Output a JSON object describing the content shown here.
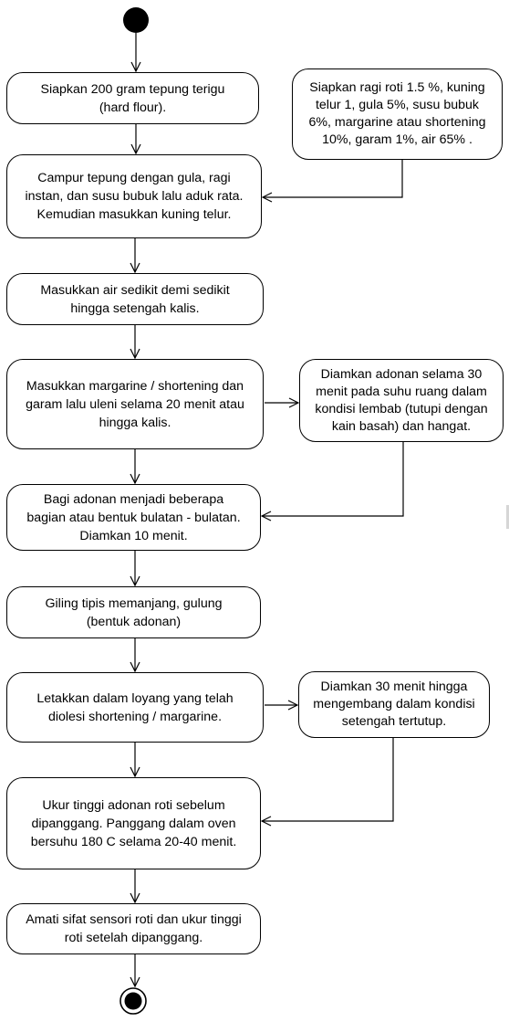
{
  "steps": [
    "Siapkan 200 gram tepung terigu\n(hard flour).",
    "Campur tepung dengan gula, ragi\ninstan, dan susu bubuk lalu aduk rata.\nKemudian masukkan kuning telur.",
    "Masukkan air sedikit demi sedikit\nhingga setengah kalis.",
    "Masukkan margarine / shortening dan\ngaram lalu uleni selama 20 menit atau\nhingga kalis.",
    "Bagi adonan menjadi beberapa\nbagian atau bentuk bulatan - bulatan.\nDiamkan 10 menit.",
    "Giling tipis memanjang, gulung\n(bentuk adonan)",
    "Letakkan dalam loyang yang telah\ndiolesi shortening / margarine.",
    "Ukur tinggi adonan roti sebelum\ndipanggang. Panggang dalam oven\nbersuhu 180 C selama 20-40 menit.",
    "Amati sifat sensori roti dan ukur tinggi\nroti setelah dipanggang."
  ],
  "side_notes": [
    "Siapkan ragi roti 1.5 %, kuning\ntelur 1, gula 5%, susu bubuk\n6%, margarine atau shortening\n10%, garam 1%, air 65% .",
    "Diamkan adonan selama 30\nmenit pada suhu ruang dalam\nkondisi lembab (tutupi dengan\nkain basah) dan hangat.",
    "Diamkan 30 menit hingga\nmengembang dalam kondisi\nsetengah tertutup."
  ]
}
